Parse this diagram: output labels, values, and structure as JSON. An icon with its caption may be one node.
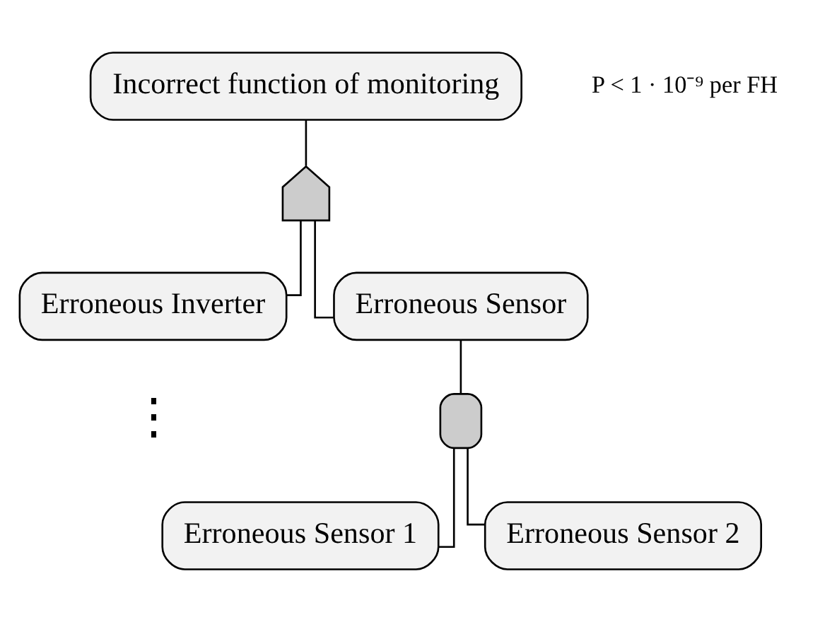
{
  "diagram": {
    "nodes": [
      {
        "text": [
          "Incorrect function of monitoring"
        ],
        "beside": [
          "P < 1 · 10⁻⁹ per FH"
        ]
      },
      {
        "text": [],
        "shape": "or-gate"
      },
      {
        "text": [
          "Erroneous Inverter"
        ]
      },
      {
        "text": [
          "Erroneous Sensor"
        ]
      },
      {
        "text": [],
        "shape": "and-gate"
      },
      {
        "text": [
          "Erroneous Sensor 1"
        ]
      },
      {
        "text": [
          "Erroneous Sensor 2"
        ]
      }
    ],
    "edges": [
      {
        "from": 0,
        "to": 1,
        "arrow": "none"
      },
      {
        "from": 1,
        "to": 2,
        "arrow": "none"
      },
      {
        "from": 1,
        "to": 3,
        "arrow": "none"
      },
      {
        "from": 3,
        "to": 4,
        "arrow": "none"
      },
      {
        "from": 4,
        "to": 5,
        "arrow": "none"
      },
      {
        "from": 4,
        "to": 6,
        "arrow": "none"
      }
    ],
    "labels": [
      "⋮"
    ]
  }
}
